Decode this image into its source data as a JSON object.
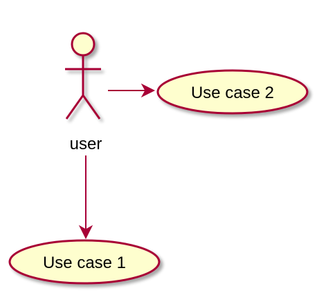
{
  "diagram": {
    "type": "uml-use-case",
    "colors": {
      "line": "#A80036",
      "fill": "#FEFECE",
      "shadow": "#C8C8C8",
      "text": "#000000"
    },
    "actor": {
      "name": "user"
    },
    "use_cases": [
      {
        "label": "Use case 2"
      },
      {
        "label": "Use case 1"
      }
    ],
    "relations": [
      {
        "from": "user",
        "to": "Use case 2",
        "style": "arrow"
      },
      {
        "from": "user",
        "to": "Use case 1",
        "style": "arrow"
      }
    ]
  }
}
